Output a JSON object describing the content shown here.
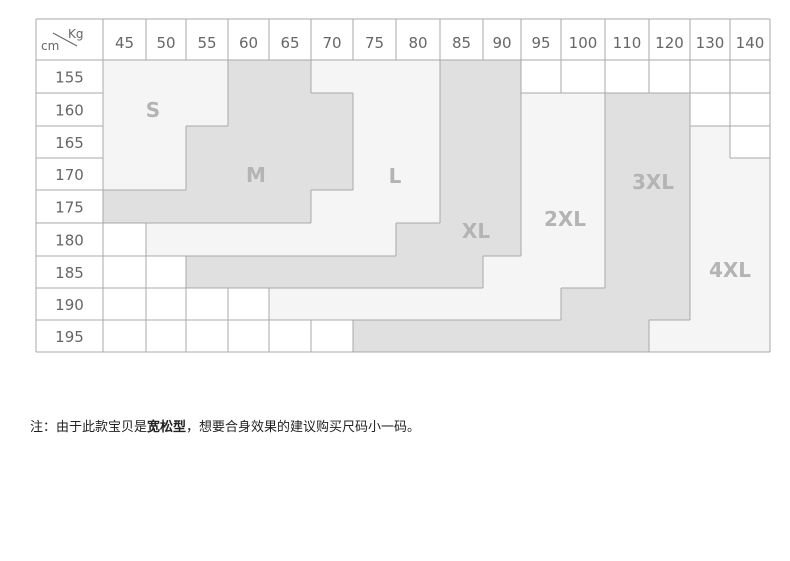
{
  "corner": {
    "row_unit": "cm",
    "col_unit": "Kg"
  },
  "weights": [
    "45",
    "50",
    "55",
    "60",
    "65",
    "70",
    "75",
    "80",
    "85",
    "90",
    "95",
    "100",
    "110",
    "120",
    "130",
    "140"
  ],
  "heights": [
    "155",
    "160",
    "165",
    "170",
    "175",
    "180",
    "185",
    "190",
    "195"
  ],
  "grid": [
    [
      "S",
      "S",
      "S",
      "M",
      "M",
      "L",
      "L",
      "L",
      "XL",
      "XL",
      "",
      "",
      "",
      "",
      "",
      ""
    ],
    [
      "S",
      "S",
      "S",
      "M",
      "M",
      "M",
      "L",
      "L",
      "XL",
      "XL",
      "2XL",
      "2XL",
      "3XL",
      "3XL",
      "",
      ""
    ],
    [
      "S",
      "S",
      "M",
      "M",
      "M",
      "M",
      "L",
      "L",
      "XL",
      "XL",
      "2XL",
      "2XL",
      "3XL",
      "3XL",
      "4XL",
      ""
    ],
    [
      "S",
      "S",
      "M",
      "M",
      "M",
      "M",
      "L",
      "L",
      "XL",
      "XL",
      "2XL",
      "2XL",
      "3XL",
      "3XL",
      "4XL",
      "4XL"
    ],
    [
      "M",
      "M",
      "M",
      "M",
      "M",
      "L",
      "L",
      "L",
      "XL",
      "XL",
      "2XL",
      "2XL",
      "3XL",
      "3XL",
      "4XL",
      "4XL"
    ],
    [
      "",
      "L",
      "L",
      "L",
      "L",
      "L",
      "L",
      "XL",
      "XL",
      "XL",
      "2XL",
      "2XL",
      "3XL",
      "3XL",
      "4XL",
      "4XL"
    ],
    [
      "",
      "",
      "XL",
      "XL",
      "XL",
      "XL",
      "XL",
      "XL",
      "XL",
      "2XL",
      "2XL",
      "2XL",
      "3XL",
      "3XL",
      "4XL",
      "4XL"
    ],
    [
      "",
      "",
      "",
      "",
      "2XL",
      "2XL",
      "2XL",
      "2XL",
      "2XL",
      "2XL",
      "2XL",
      "3XL",
      "3XL",
      "3XL",
      "4XL",
      "4XL"
    ],
    [
      "",
      "",
      "",
      "",
      "",
      "",
      "3XL",
      "3XL",
      "3XL",
      "3XL",
      "3XL",
      "3XL",
      "3XL",
      "4XL",
      "4XL",
      "4XL"
    ]
  ],
  "sizes": [
    "S",
    "M",
    "L",
    "XL",
    "2XL",
    "3XL",
    "4XL"
  ],
  "colors": {
    "light": "#f5f5f5",
    "dark": "#e0e0e0",
    "white": "#ffffff",
    "border": "#a9a9a9",
    "label": "#b4b4b4",
    "text": "#666666"
  },
  "size_shade": {
    "S": "light",
    "M": "dark",
    "L": "light",
    "XL": "dark",
    "2XL": "light",
    "3XL": "dark",
    "4XL": "light"
  },
  "note": {
    "prefix": "注：由于此款宝贝是",
    "bold": "宽松型",
    "suffix": "，想要合身效果的建议购买尺码小一码。"
  }
}
